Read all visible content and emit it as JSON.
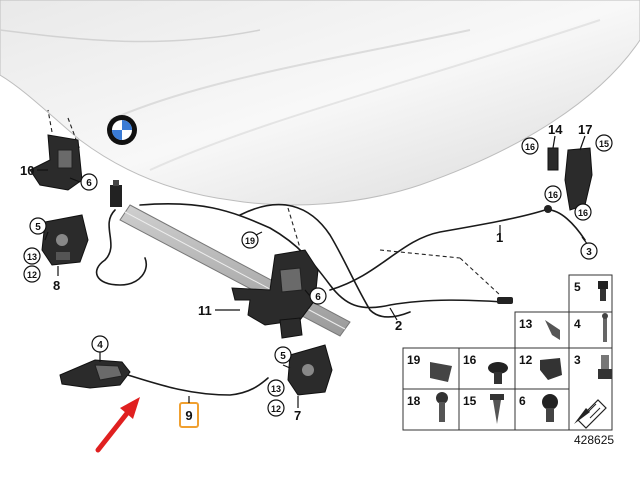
{
  "diagram": {
    "part_numbers": {
      "p1": "1",
      "p2": "2",
      "p3": "3",
      "p4": "4",
      "p5a": "5",
      "p5b": "5",
      "p6a": "6",
      "p6b": "6",
      "p7": "7",
      "p8": "8",
      "p9": "9",
      "p10": "10",
      "p11": "11",
      "p12a": "12",
      "p12b": "12",
      "p13a": "13",
      "p13b": "13",
      "p14": "14",
      "p15": "15",
      "p16a": "16",
      "p16b": "16",
      "p16c": "16",
      "p17": "17",
      "p19": "19"
    },
    "highlighted_part": "9",
    "highlight_color": "#f0a030",
    "arrow_color": "#e02020",
    "diagram_number": "428625"
  },
  "parts_table": {
    "cells": [
      {
        "label": "5"
      },
      {
        "label": "4"
      },
      {
        "label": "13"
      },
      {
        "label": "3"
      },
      {
        "label": "12"
      },
      {
        "label": "19"
      },
      {
        "label": "16"
      },
      {
        "label": "18"
      },
      {
        "label": "15"
      },
      {
        "label": "6"
      }
    ]
  }
}
